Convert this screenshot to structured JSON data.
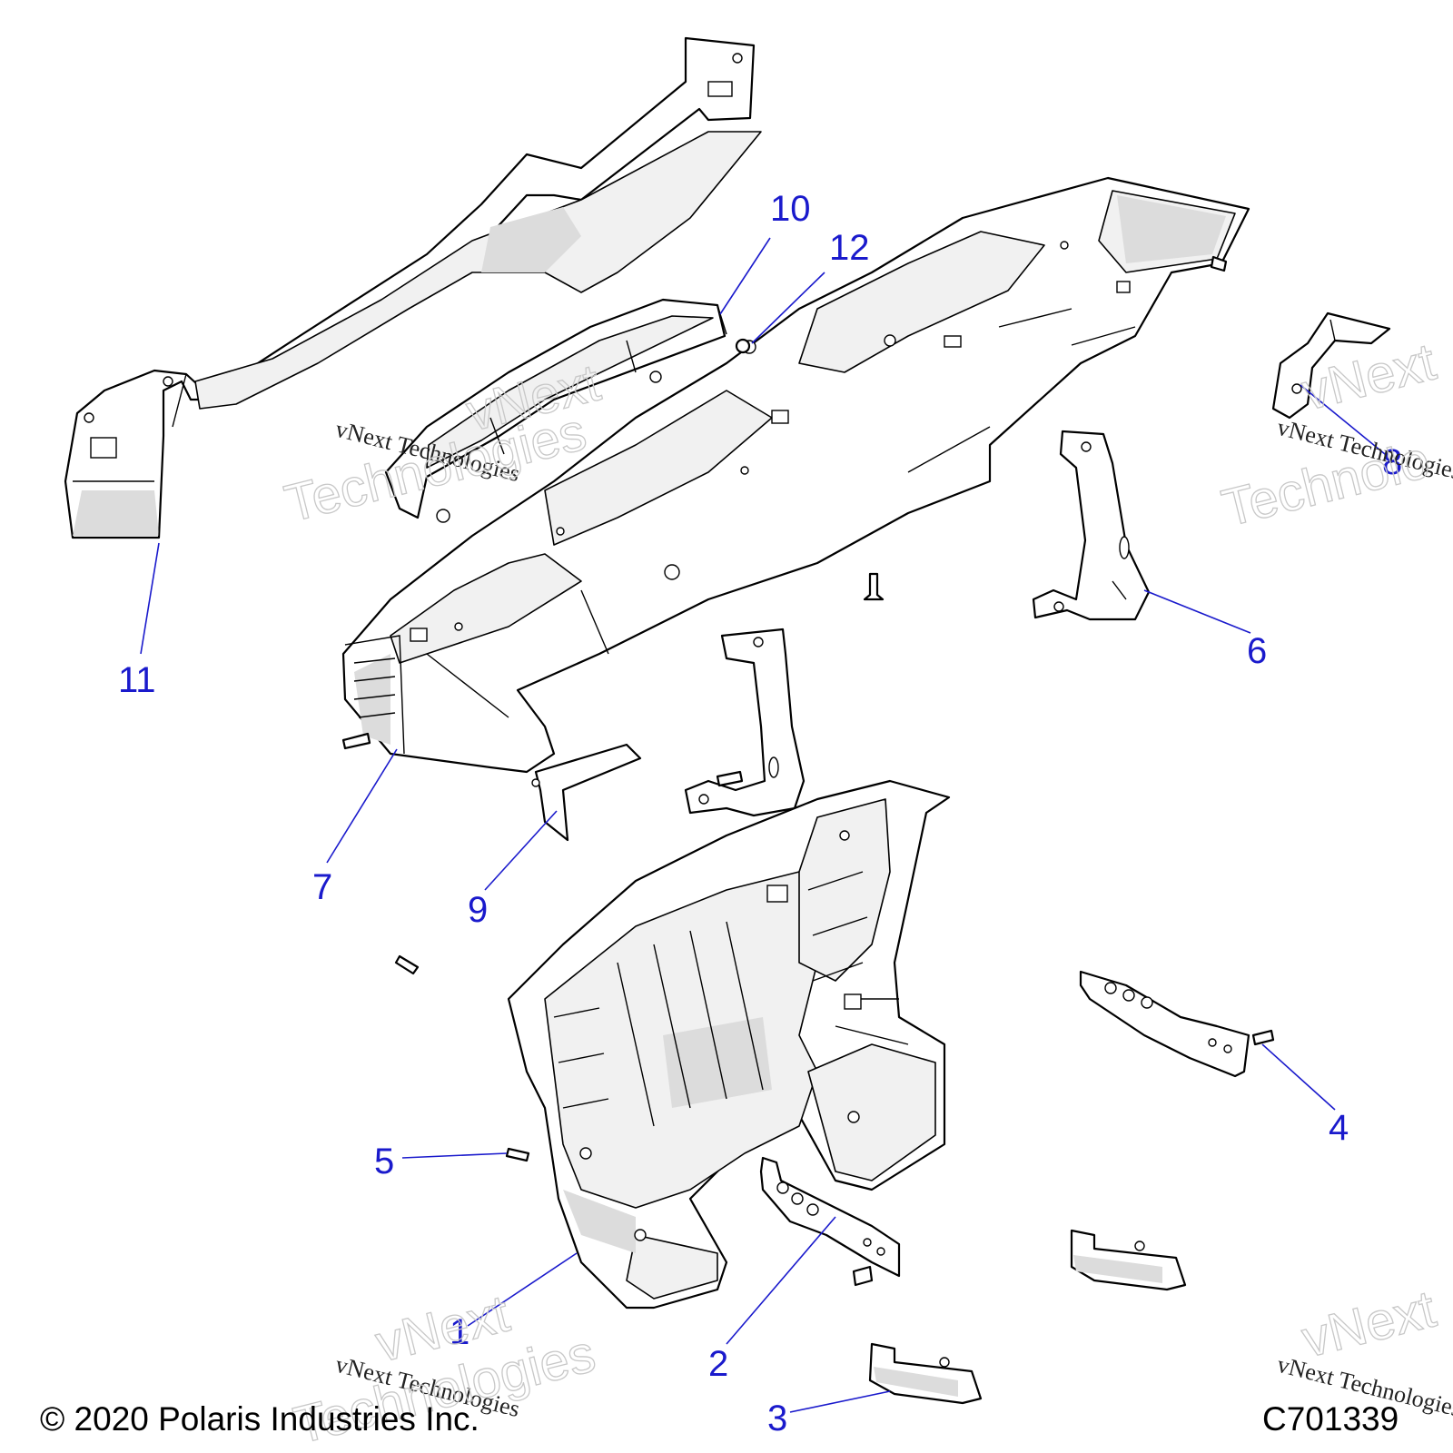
{
  "callouts": [
    "1",
    "2",
    "3",
    "4",
    "5",
    "6",
    "7",
    "8",
    "9",
    "10",
    "11",
    "12"
  ],
  "watermark": {
    "line": "vNext Technologies",
    "big_top": "vNext",
    "big_bottom": "Technologies",
    "big_bottom_cut": "Technolo"
  },
  "footer": {
    "copyright": "© 2020 Polaris Industries Inc.",
    "figure_id": "C701339"
  },
  "colors": {
    "callout": "#1a1acc",
    "line": "#000000",
    "shade": "#dcdcdc"
  }
}
